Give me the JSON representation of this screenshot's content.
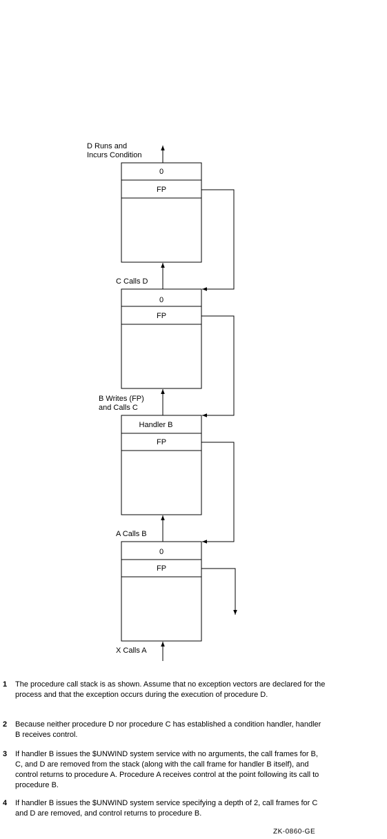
{
  "frames": [
    {
      "top": "0",
      "fp": "FP",
      "label": "D Runs and\nIncurs Condition"
    },
    {
      "top": "0",
      "fp": "FP",
      "label": "C Calls D"
    },
    {
      "top": "Handler B",
      "fp": "FP",
      "label": "B Writes (FP)\nand Calls C"
    },
    {
      "top": "0",
      "fp": "FP",
      "label": "A Calls B"
    }
  ],
  "bottom_label": "X Calls A",
  "notes": [
    {
      "num": "1",
      "text": "The procedure call stack is as shown. Assume that no exception vectors are declared for the process and that the exception occurs during the execution of procedure D."
    },
    {
      "num": "2",
      "text": "Because neither procedure D nor procedure C has established a condition handler, handler B receives control."
    },
    {
      "num": "3",
      "text": "If handler B issues the $UNWIND system service with no arguments, the call frames for B, C, and D are removed from the stack (along with the call frame for handler B itself), and control returns to procedure A. Procedure A receives control at the point following its call to procedure B."
    },
    {
      "num": "4",
      "text": "If handler B issues the $UNWIND system service specifying a depth of 2, call frames for C and D are removed, and control returns to procedure B."
    }
  ],
  "figure_code": "ZK-0860-GE"
}
